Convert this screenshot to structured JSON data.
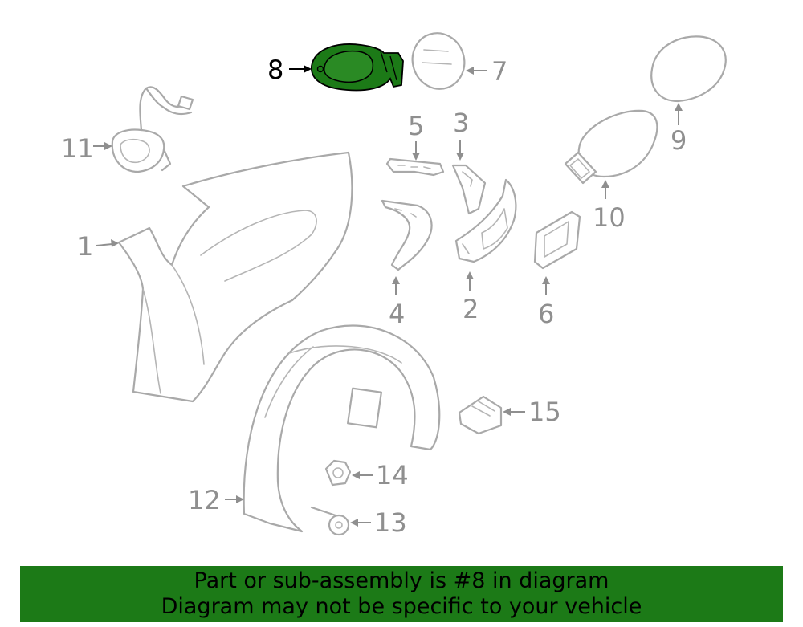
{
  "diagram": {
    "callouts": {
      "c1": "1",
      "c2": "2",
      "c3": "3",
      "c4": "4",
      "c5": "5",
      "c6": "6",
      "c7": "7",
      "c8": "8",
      "c9": "9",
      "c10": "10",
      "c11": "11",
      "c12": "12",
      "c13": "13",
      "c14": "14",
      "c15": "15"
    },
    "highlighted_part": "8",
    "colors": {
      "highlight": "#1c7a17",
      "line": "#a9a9a9",
      "banner": "#1c7a17"
    }
  },
  "banner": {
    "line1": "Part or sub-assembly is #8 in diagram",
    "line2": "Diagram may not be specific to your vehicle"
  }
}
